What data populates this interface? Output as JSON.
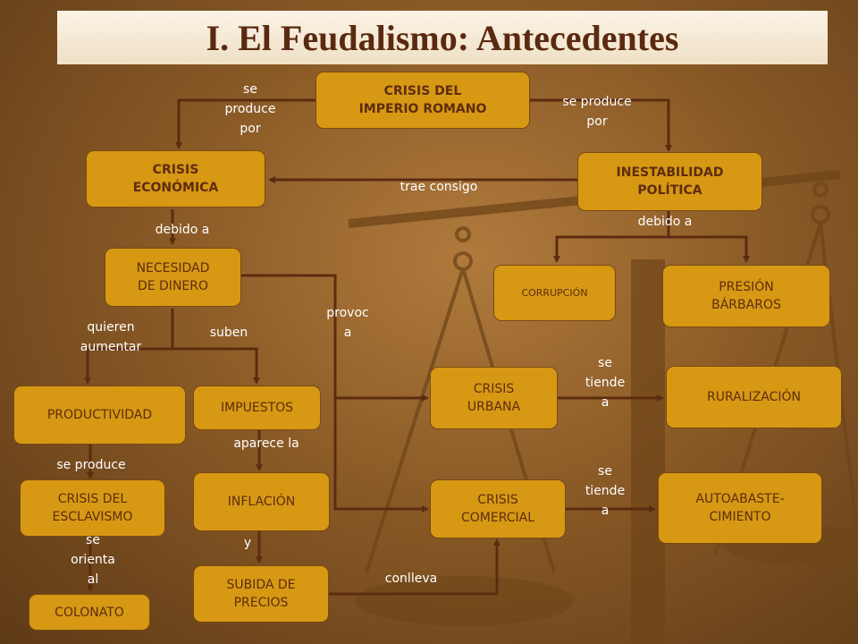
{
  "title": "I.    El Feudalismo: Antecedentes",
  "colors": {
    "node_fill": "#d79814",
    "node_text": "#5e2d0e",
    "connector": "#5c2c10",
    "label_text": "#ffffff",
    "title_text": "#5a2a10"
  },
  "nodes": {
    "crisis_imperio": "CRISIS DEL\nIMPERIO ROMANO",
    "crisis_economica": "CRISIS\nECONÓMICA",
    "inestabilidad": "INESTABILIDAD\nPOLÍTICA",
    "necesidad": "NECESIDAD\nDE DINERO",
    "corrupcion": "CORRUPCIÓN",
    "presion": "PRESIÓN\nBÁRBAROS",
    "productividad": "PRODUCTIVIDAD",
    "impuestos": "IMPUESTOS",
    "crisis_urbana": "CRISIS\nURBANA",
    "ruralizacion": "RURALIZACIÓN",
    "crisis_esclavismo": "CRISIS DEL\nESCLAVISMO",
    "inflacion": "INFLACIÓN",
    "crisis_comercial": "CRISIS\nCOMERCIAL",
    "autoabastecimiento": "AUTOABASTE-\nCIMIENTO",
    "colonato": "COLONATO",
    "subida_precios": "SUBIDA DE\nPRECIOS"
  },
  "labels": {
    "se_produce_por_left": "se\nproduce\npor",
    "se_produce_por_right": "se produce\npor",
    "trae_consigo": "trae consigo",
    "debido_a_left": "debido a",
    "debido_a_right": "debido a",
    "quieren_aumentar": "quieren\naumentar",
    "suben": "suben",
    "provoca": "provoc\na",
    "se_tiende_a_1": "se\ntiende\na",
    "se_tiende_a_2": "se\ntiende\na",
    "aparece_la": "aparece la",
    "se_produce": "se produce",
    "se_orienta_al": "se\norienta\nal",
    "y": "y",
    "conlleva": "conlleva"
  }
}
